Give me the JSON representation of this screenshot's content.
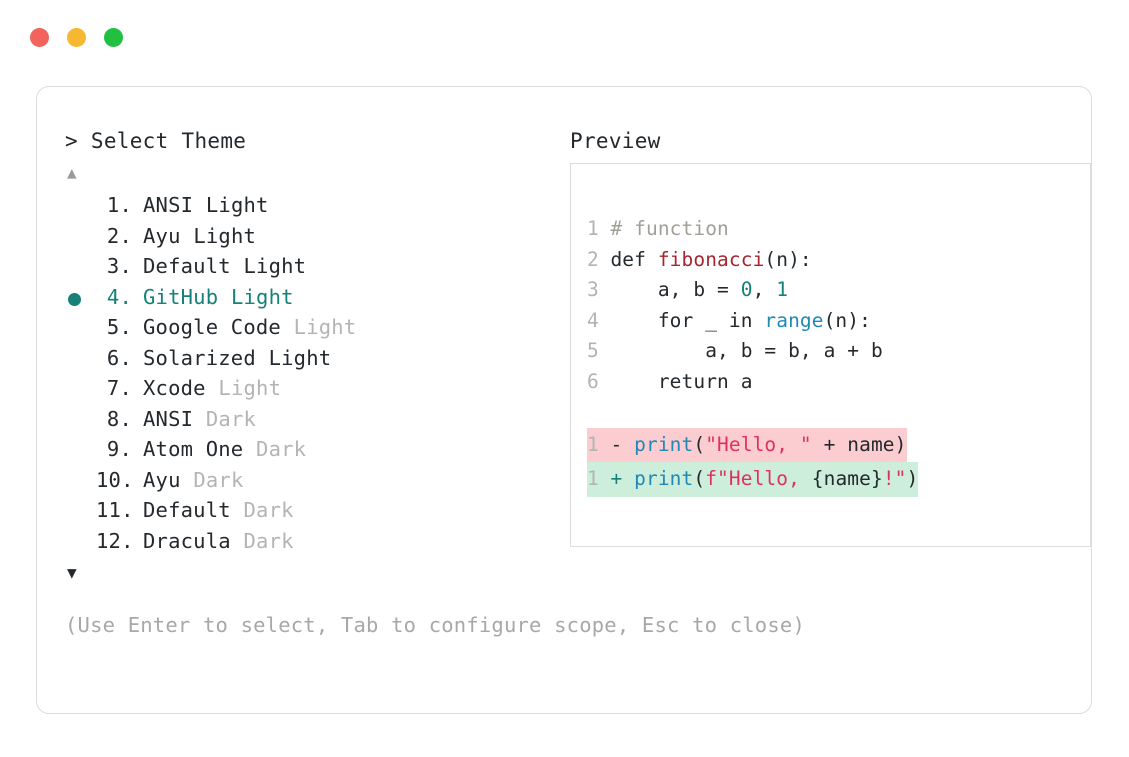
{
  "window": {
    "traffic_lights": [
      {
        "name": "close",
        "color": "#f2635c"
      },
      {
        "name": "minimize",
        "color": "#f6b731"
      },
      {
        "name": "maximize",
        "color": "#22c040"
      }
    ]
  },
  "header": {
    "prompt_symbol": ">",
    "title": "Select Theme",
    "preview_label": "Preview"
  },
  "list": {
    "scroll_up_glyph": "▲",
    "scroll_down_glyph": "▼",
    "selected_index": 4,
    "selected_bullet_color": "#158179",
    "items": [
      {
        "index": "1.",
        "name": "ANSI",
        "variant": "Light",
        "variant_muted": false,
        "selected": false
      },
      {
        "index": "2.",
        "name": "Ayu",
        "variant": "Light",
        "variant_muted": false,
        "selected": false
      },
      {
        "index": "3.",
        "name": "Default",
        "variant": "Light",
        "variant_muted": false,
        "selected": false
      },
      {
        "index": "4.",
        "name": "GitHub",
        "variant": "Light",
        "variant_muted": false,
        "selected": true
      },
      {
        "index": "5.",
        "name": "Google Code",
        "variant": "Light",
        "variant_muted": true,
        "selected": false
      },
      {
        "index": "6.",
        "name": "Solarized",
        "variant": "Light",
        "variant_muted": false,
        "selected": false
      },
      {
        "index": "7.",
        "name": "Xcode",
        "variant": "Light",
        "variant_muted": true,
        "selected": false
      },
      {
        "index": "8.",
        "name": "ANSI",
        "variant": "Dark",
        "variant_muted": true,
        "selected": false
      },
      {
        "index": "9.",
        "name": "Atom One",
        "variant": "Dark",
        "variant_muted": true,
        "selected": false
      },
      {
        "index": "10.",
        "name": "Ayu",
        "variant": "Dark",
        "variant_muted": true,
        "selected": false
      },
      {
        "index": "11.",
        "name": "Default",
        "variant": "Dark",
        "variant_muted": true,
        "selected": false
      },
      {
        "index": "12.",
        "name": "Dracula",
        "variant": "Dark",
        "variant_muted": true,
        "selected": false
      }
    ]
  },
  "preview": {
    "code_lines": [
      {
        "lineno": "1",
        "tokens": [
          {
            "t": "# function",
            "c": "tok-comment"
          }
        ]
      },
      {
        "lineno": "2",
        "tokens": [
          {
            "t": "def ",
            "c": "tok-kw"
          },
          {
            "t": "fibonacci",
            "c": "tok-fn"
          },
          {
            "t": "(n):",
            "c": "tok-punct"
          }
        ]
      },
      {
        "lineno": "3",
        "tokens": [
          {
            "t": "    a, b = ",
            "c": "tok-plain"
          },
          {
            "t": "0",
            "c": "tok-num"
          },
          {
            "t": ", ",
            "c": "tok-plain"
          },
          {
            "t": "1",
            "c": "tok-num"
          }
        ]
      },
      {
        "lineno": "4",
        "tokens": [
          {
            "t": "    for _ in ",
            "c": "tok-plain"
          },
          {
            "t": "range",
            "c": "tok-builtin"
          },
          {
            "t": "(n):",
            "c": "tok-punct"
          }
        ]
      },
      {
        "lineno": "5",
        "tokens": [
          {
            "t": "        a, b = b, a + b",
            "c": "tok-plain"
          }
        ]
      },
      {
        "lineno": "6",
        "tokens": [
          {
            "t": "    return a",
            "c": "tok-plain"
          }
        ]
      }
    ],
    "diff_lines": [
      {
        "lineno": "1",
        "kind": "del",
        "bg": "#fbcdd1",
        "tokens": [
          {
            "t": "- ",
            "c": "tok-marker-del"
          },
          {
            "t": "print",
            "c": "tok-call"
          },
          {
            "t": "(",
            "c": "tok-punct"
          },
          {
            "t": "\"Hello, \"",
            "c": "tok-str"
          },
          {
            "t": " + name",
            "c": "tok-plain"
          },
          {
            "t": ")",
            "c": "tok-punct"
          }
        ]
      },
      {
        "lineno": "1",
        "kind": "add",
        "bg": "#cceeda",
        "tokens": [
          {
            "t": "+ ",
            "c": "tok-marker-add"
          },
          {
            "t": "print",
            "c": "tok-call"
          },
          {
            "t": "(",
            "c": "tok-punct"
          },
          {
            "t": "f\"Hello, ",
            "c": "tok-str"
          },
          {
            "t": "{name}",
            "c": "tok-punct"
          },
          {
            "t": "!",
            "c": "tok-bang"
          },
          {
            "t": "\"",
            "c": "tok-str"
          },
          {
            "t": ")",
            "c": "tok-punct"
          }
        ]
      }
    ]
  },
  "footer": {
    "hint": "(Use Enter to select, Tab to configure scope, Esc to close)"
  }
}
